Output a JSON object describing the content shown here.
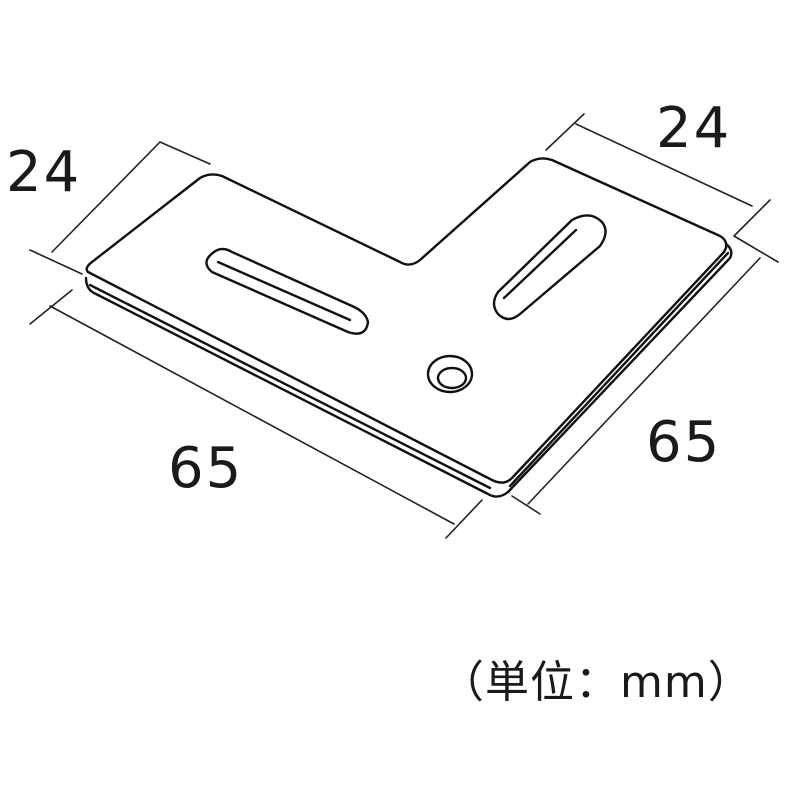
{
  "drawing": {
    "type": "L-shaped flat bracket plate (isometric)",
    "features": [
      "two slotted holes",
      "one countersunk round hole"
    ],
    "dimensions": {
      "top_left_width": "24",
      "top_right_width": "24",
      "bottom_left_length": "65",
      "bottom_right_length": "65"
    },
    "unit_note": "（単位：mm）"
  }
}
